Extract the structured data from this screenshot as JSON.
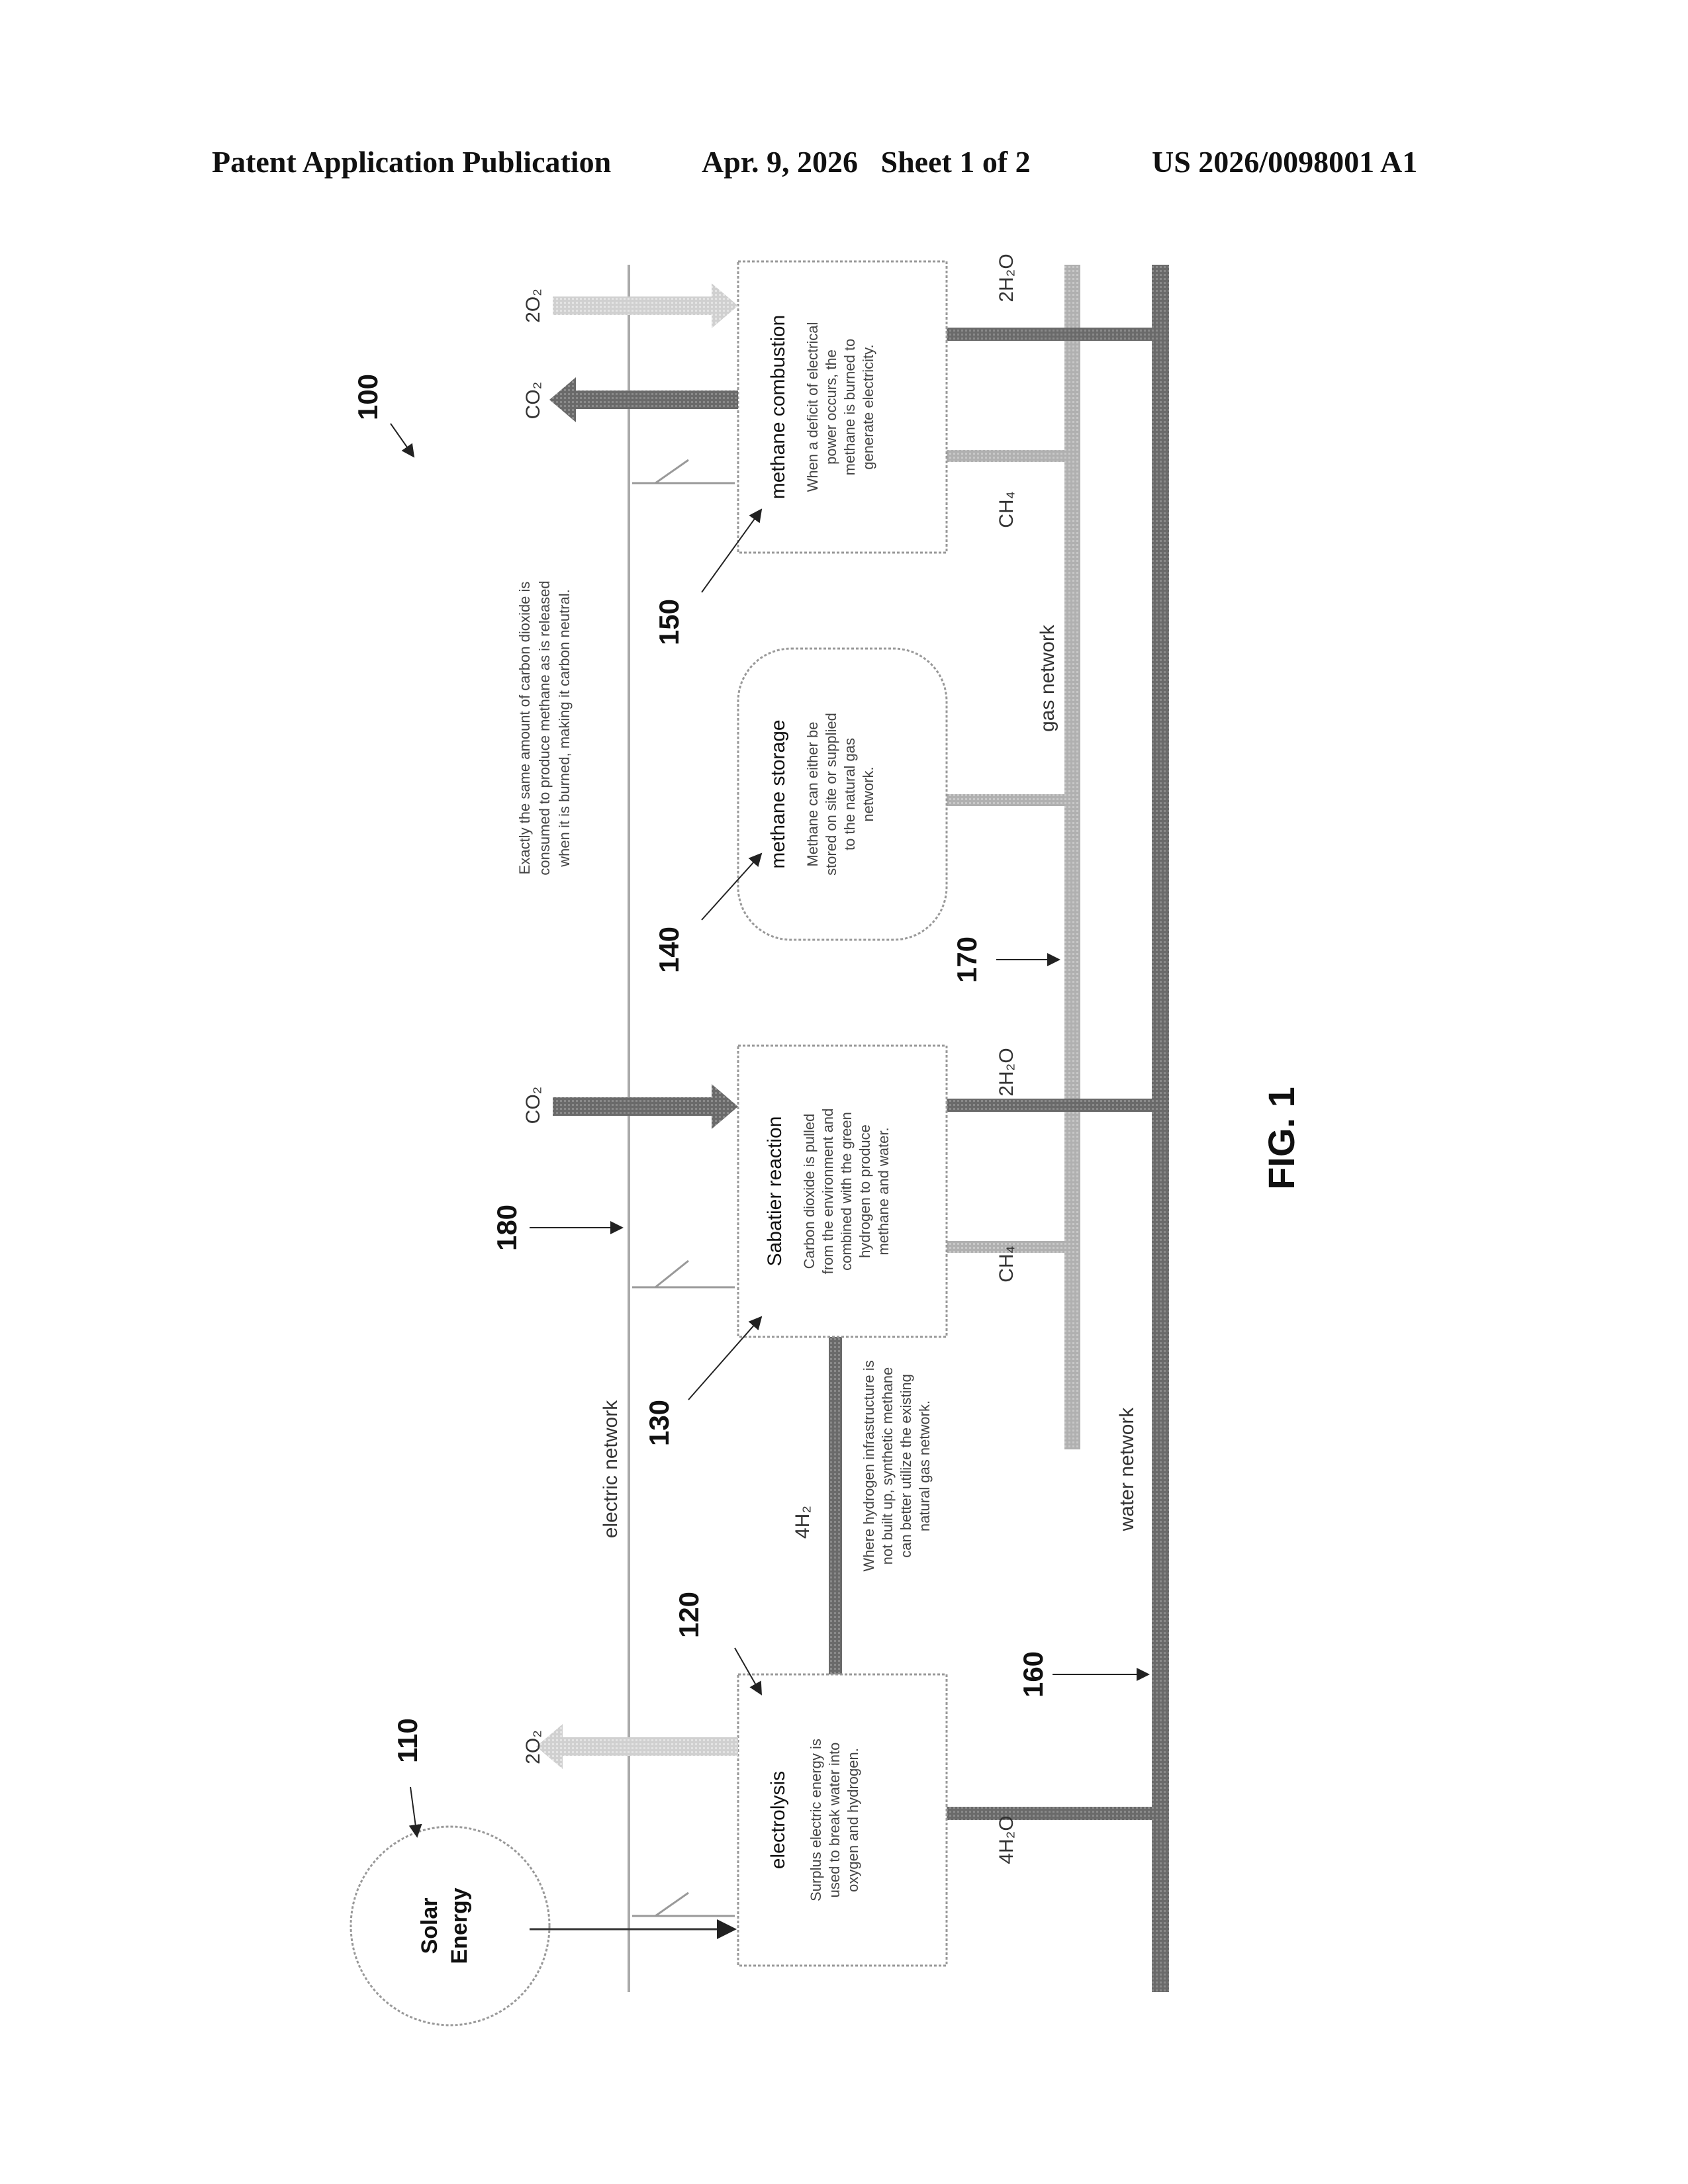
{
  "header": {
    "publication": "Patent Application Publication",
    "date_sheet": "Apr. 9, 2026   Sheet 1 of 2",
    "number": "US 2026/0098001 A1"
  },
  "figure": {
    "caption": "FIG. 1",
    "refs": {
      "system": "100",
      "solar": "110",
      "electrolysis": "120",
      "sabatier": "130",
      "storage": "140",
      "combustion": "150",
      "water_net": "160",
      "gas_net": "170",
      "electric_net": "180"
    },
    "solar": {
      "line1": "Solar",
      "line2": "Energy"
    },
    "networks": {
      "electric": "electric network",
      "water": "water network",
      "gas": "gas network"
    },
    "electrolysis": {
      "title": "electrolysis",
      "desc": [
        "Surplus electric energy is",
        "used to break water into",
        "oxygen and hydrogen."
      ]
    },
    "sabatier": {
      "title": "Sabatier reaction",
      "desc": [
        "Carbon dioxide is pulled",
        "from the environment and",
        "combined with the green",
        "hydrogen to produce",
        "methane and water."
      ]
    },
    "storage": {
      "title": "methane storage",
      "desc": [
        "Methane can either be",
        "stored on site or supplied",
        "to the natural gas",
        "network."
      ]
    },
    "combustion": {
      "title": "methane combustion",
      "desc": [
        "When a deficit of electrical",
        "power occurs, the",
        "methane is burned to",
        "generate electricity."
      ]
    },
    "notes": {
      "carbon": [
        "Exactly the same amount of carbon dioxide is",
        "consumed to produce methane as is released",
        "when it is burned, making it carbon neutral."
      ],
      "hydrogen": [
        "Where hydrogen infrastructure is",
        "not built up, synthetic methane",
        "can better utilize the existing",
        "natural gas network."
      ]
    },
    "chem": {
      "o2_a": "2O₂",
      "o2_b": "2O₂",
      "co2_a": "CO₂",
      "co2_b": "CO₂",
      "h2": "4H₂",
      "h2o_a": "4H₂O",
      "h2o_b": "2H₂O",
      "h2o_c": "2H₂O",
      "ch4_a": "CH₄",
      "ch4_b": "CH₄"
    }
  }
}
